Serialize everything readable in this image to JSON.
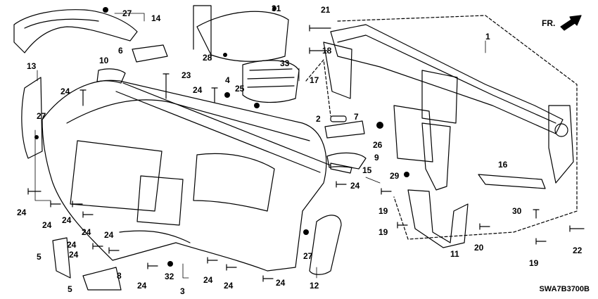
{
  "diagram_code": "SWA7B3700B",
  "direction_label": "FR.",
  "callouts": [
    "1",
    "2",
    "3",
    "4",
    "5",
    "5",
    "6",
    "7",
    "8",
    "9",
    "10",
    "11",
    "12",
    "13",
    "14",
    "15",
    "16",
    "17",
    "18",
    "19",
    "19",
    "19",
    "20",
    "21",
    "22",
    "23",
    "24",
    "24",
    "24",
    "24",
    "24",
    "24",
    "24",
    "24",
    "24",
    "24",
    "24",
    "24",
    "24",
    "24",
    "25",
    "26",
    "27",
    "27",
    "27",
    "28",
    "29",
    "30",
    "31",
    "32",
    "33"
  ]
}
